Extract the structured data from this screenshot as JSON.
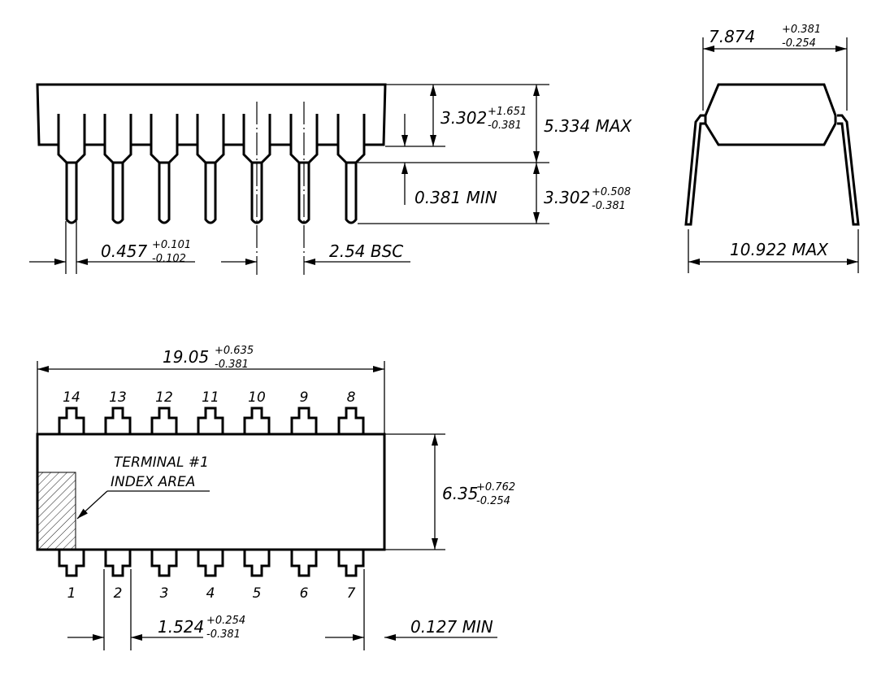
{
  "dims": {
    "top_width": {
      "nominal": "7.874",
      "plus": "+0.381",
      "minus": "-0.254"
    },
    "lead_span_max": "10.922 MAX",
    "seat_height": {
      "nominal": "3.302",
      "plus": "+1.651",
      "minus": "-0.381"
    },
    "overall_height_max": "5.334 MAX",
    "standoff_min": "0.381 MIN",
    "lead_length": {
      "nominal": "3.302",
      "plus": "+0.508",
      "minus": "-0.381"
    },
    "lead_width": {
      "nominal": "0.457",
      "plus": "+0.101",
      "minus": "-0.102"
    },
    "pitch": "2.54 BSC",
    "body_length": {
      "nominal": "19.05",
      "plus": "+0.635",
      "minus": "-0.381"
    },
    "body_width": {
      "nominal": "6.35",
      "plus": "+0.762",
      "minus": "-0.254"
    },
    "shoulder_width": {
      "nominal": "1.524",
      "plus": "+0.254",
      "minus": "-0.381"
    },
    "end_clearance_min": "0.127 MIN"
  },
  "index_label": {
    "line1": "TERMINAL #1",
    "line2": "INDEX AREA"
  },
  "pins_top": [
    "14",
    "13",
    "12",
    "11",
    "10",
    "9",
    "8"
  ],
  "pins_bottom": [
    "1",
    "2",
    "3",
    "4",
    "5",
    "6",
    "7"
  ]
}
